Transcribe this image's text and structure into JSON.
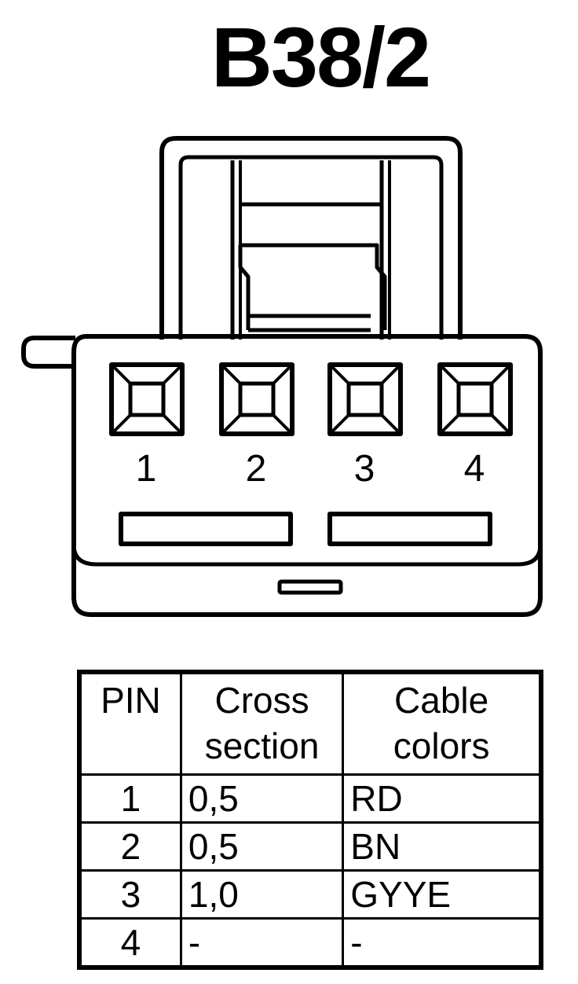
{
  "title": "B38/2",
  "connector": {
    "pin_numbers": [
      "1",
      "2",
      "3",
      "4"
    ]
  },
  "table": {
    "headers": {
      "pin": "PIN",
      "cross_section_line1": "Cross",
      "cross_section_line2": "section",
      "cable_colors_line1": "Cable",
      "cable_colors_line2": "colors"
    },
    "rows": [
      {
        "pin": "1",
        "cross_section": "0,5",
        "cable_color": "RD"
      },
      {
        "pin": "2",
        "cross_section": "0,5",
        "cable_color": "BN"
      },
      {
        "pin": "3",
        "cross_section": "1,0",
        "cable_color": "GYYE"
      },
      {
        "pin": "4",
        "cross_section": "-",
        "cable_color": "-"
      }
    ]
  }
}
